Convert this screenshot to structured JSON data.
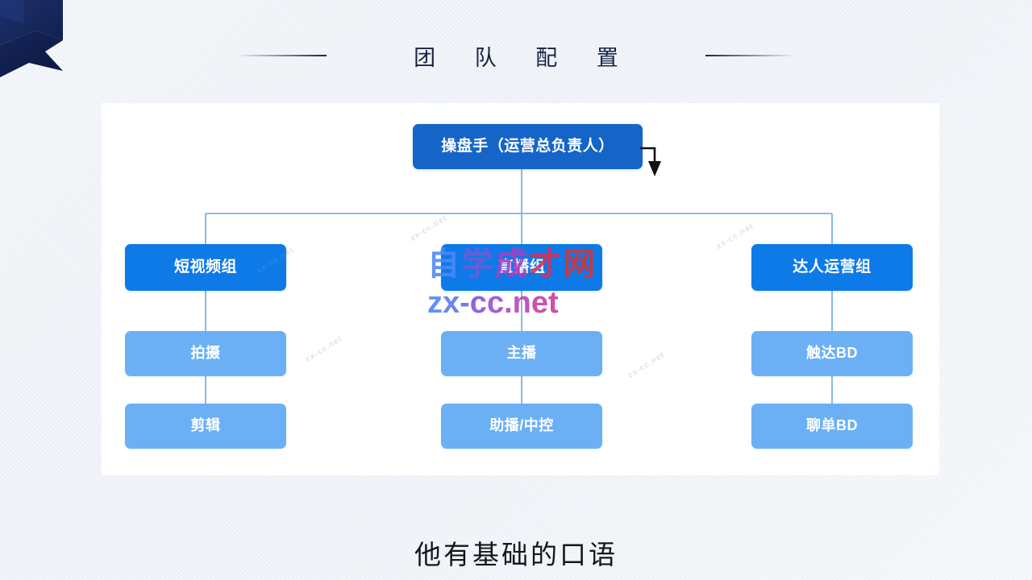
{
  "slide": {
    "title": "团 队 配 置",
    "caption": "他有基础的口语"
  },
  "decoration": {
    "corner_icon": "navy-origami-ribbon",
    "corner_color": "#17275e",
    "rule_color": "#1b2544"
  },
  "org_chart": {
    "root": {
      "label": "操盘手（运营总负责人）",
      "color": "#1565c9"
    },
    "cursor": {
      "icon": "down-arrow-pointer",
      "color": "#000000"
    },
    "columns": [
      {
        "group": "短视频组",
        "group_color": "#0d7ae8",
        "children": [
          "拍摄",
          "剪辑"
        ],
        "child_color": "#6bb0f5"
      },
      {
        "group": "直播组",
        "group_color": "#0d7ae8",
        "children": [
          "主播",
          "助播/中控"
        ],
        "child_color": "#6bb0f5"
      },
      {
        "group": "达人运营组",
        "group_color": "#0d7ae8",
        "children": [
          "触达BD",
          "聊单BD"
        ],
        "child_color": "#6bb0f5"
      }
    ],
    "connector_color": "#6da8dd"
  },
  "watermark": {
    "brand_chars": [
      "自",
      "学",
      "成",
      "才",
      "网"
    ],
    "url_chars": [
      "z",
      "x",
      "-",
      "c",
      "c",
      ".",
      "n",
      "e",
      "t"
    ],
    "url_text": "zx-cc.net",
    "tiles": [
      "zx-cc.net",
      "zx-cc.net",
      "zx-cc.net",
      "zx-cc.net",
      "zx-cc.net",
      "zx-cc.net"
    ]
  }
}
